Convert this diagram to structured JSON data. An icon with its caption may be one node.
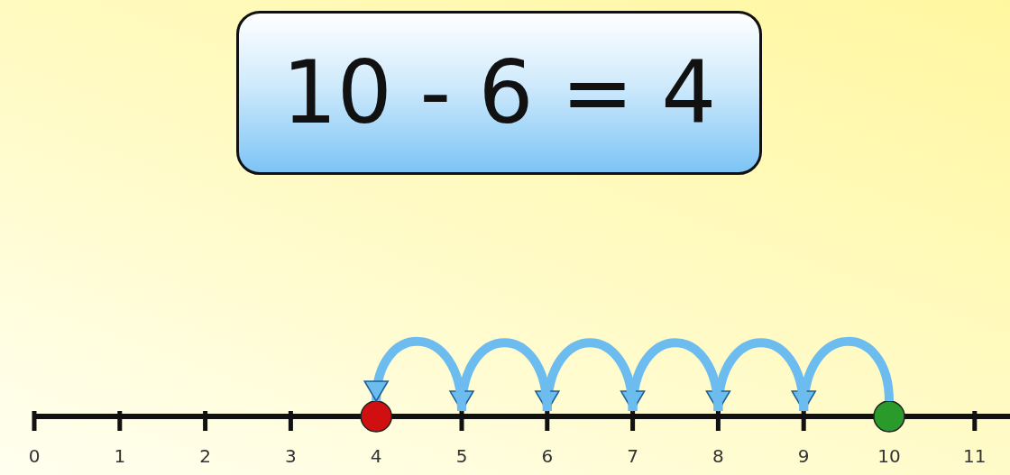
{
  "diagram": {
    "nodes": [
      {
        "text": [
          "10 - 6 = 4"
        ]
      },
      {
        "text": [],
        "shape": "circle"
      },
      {
        "text": [],
        "shape": "bar"
      },
      {
        "text": [],
        "shape": "bar"
      },
      {
        "text": [],
        "shape": "bar"
      },
      {
        "text": [],
        "shape": "bar"
      },
      {
        "text": [],
        "shape": "bar"
      },
      {
        "text": [],
        "shape": "circle"
      }
    ],
    "edges": [
      {
        "from": 7,
        "to": 6,
        "arrow": "to"
      },
      {
        "from": 6,
        "to": 5,
        "arrow": "to"
      },
      {
        "from": 5,
        "to": 4,
        "arrow": "to"
      },
      {
        "from": 4,
        "to": 3,
        "arrow": "to"
      },
      {
        "from": 3,
        "to": 2,
        "arrow": "to"
      },
      {
        "from": 2,
        "to": 1,
        "arrow": "to"
      }
    ],
    "labels": [
      "0",
      "1",
      "2",
      "3",
      "4",
      "5",
      "6",
      "7",
      "8",
      "9",
      "10",
      "11"
    ]
  }
}
